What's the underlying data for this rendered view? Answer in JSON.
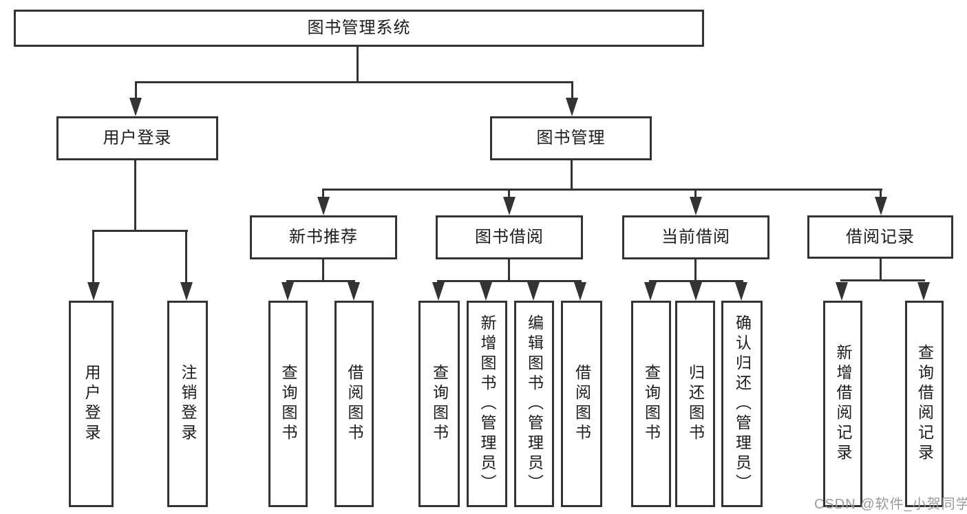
{
  "tree": {
    "root": {
      "label": "图书管理系统",
      "children": [
        {
          "label": "用户登录",
          "children": [
            {
              "label": "用户登录"
            },
            {
              "label": "注销登录"
            }
          ]
        },
        {
          "label": "图书管理",
          "children": [
            {
              "label": "新书推荐",
              "children": [
                {
                  "label": "查询图书"
                },
                {
                  "label": "借阅图书"
                }
              ]
            },
            {
              "label": "图书借阅",
              "children": [
                {
                  "label": "查询图书"
                },
                {
                  "label": "新增图书（管理员）"
                },
                {
                  "label": "编辑图书（管理员）"
                },
                {
                  "label": "借阅图书"
                }
              ]
            },
            {
              "label": "当前借阅",
              "children": [
                {
                  "label": "查询图书"
                },
                {
                  "label": "归还图书"
                },
                {
                  "label": "确认归还（管理员）"
                }
              ]
            },
            {
              "label": "借阅记录",
              "children": [
                {
                  "label": "新增借阅记录"
                },
                {
                  "label": "查询借阅记录"
                }
              ]
            }
          ]
        }
      ]
    }
  },
  "watermark": {
    "text": "CSDN @软件_小贺同学"
  },
  "colors": {
    "line": "#333333",
    "text": "#1c1c1c",
    "watermark": "#9b9b9b",
    "background": "#ffffff"
  }
}
